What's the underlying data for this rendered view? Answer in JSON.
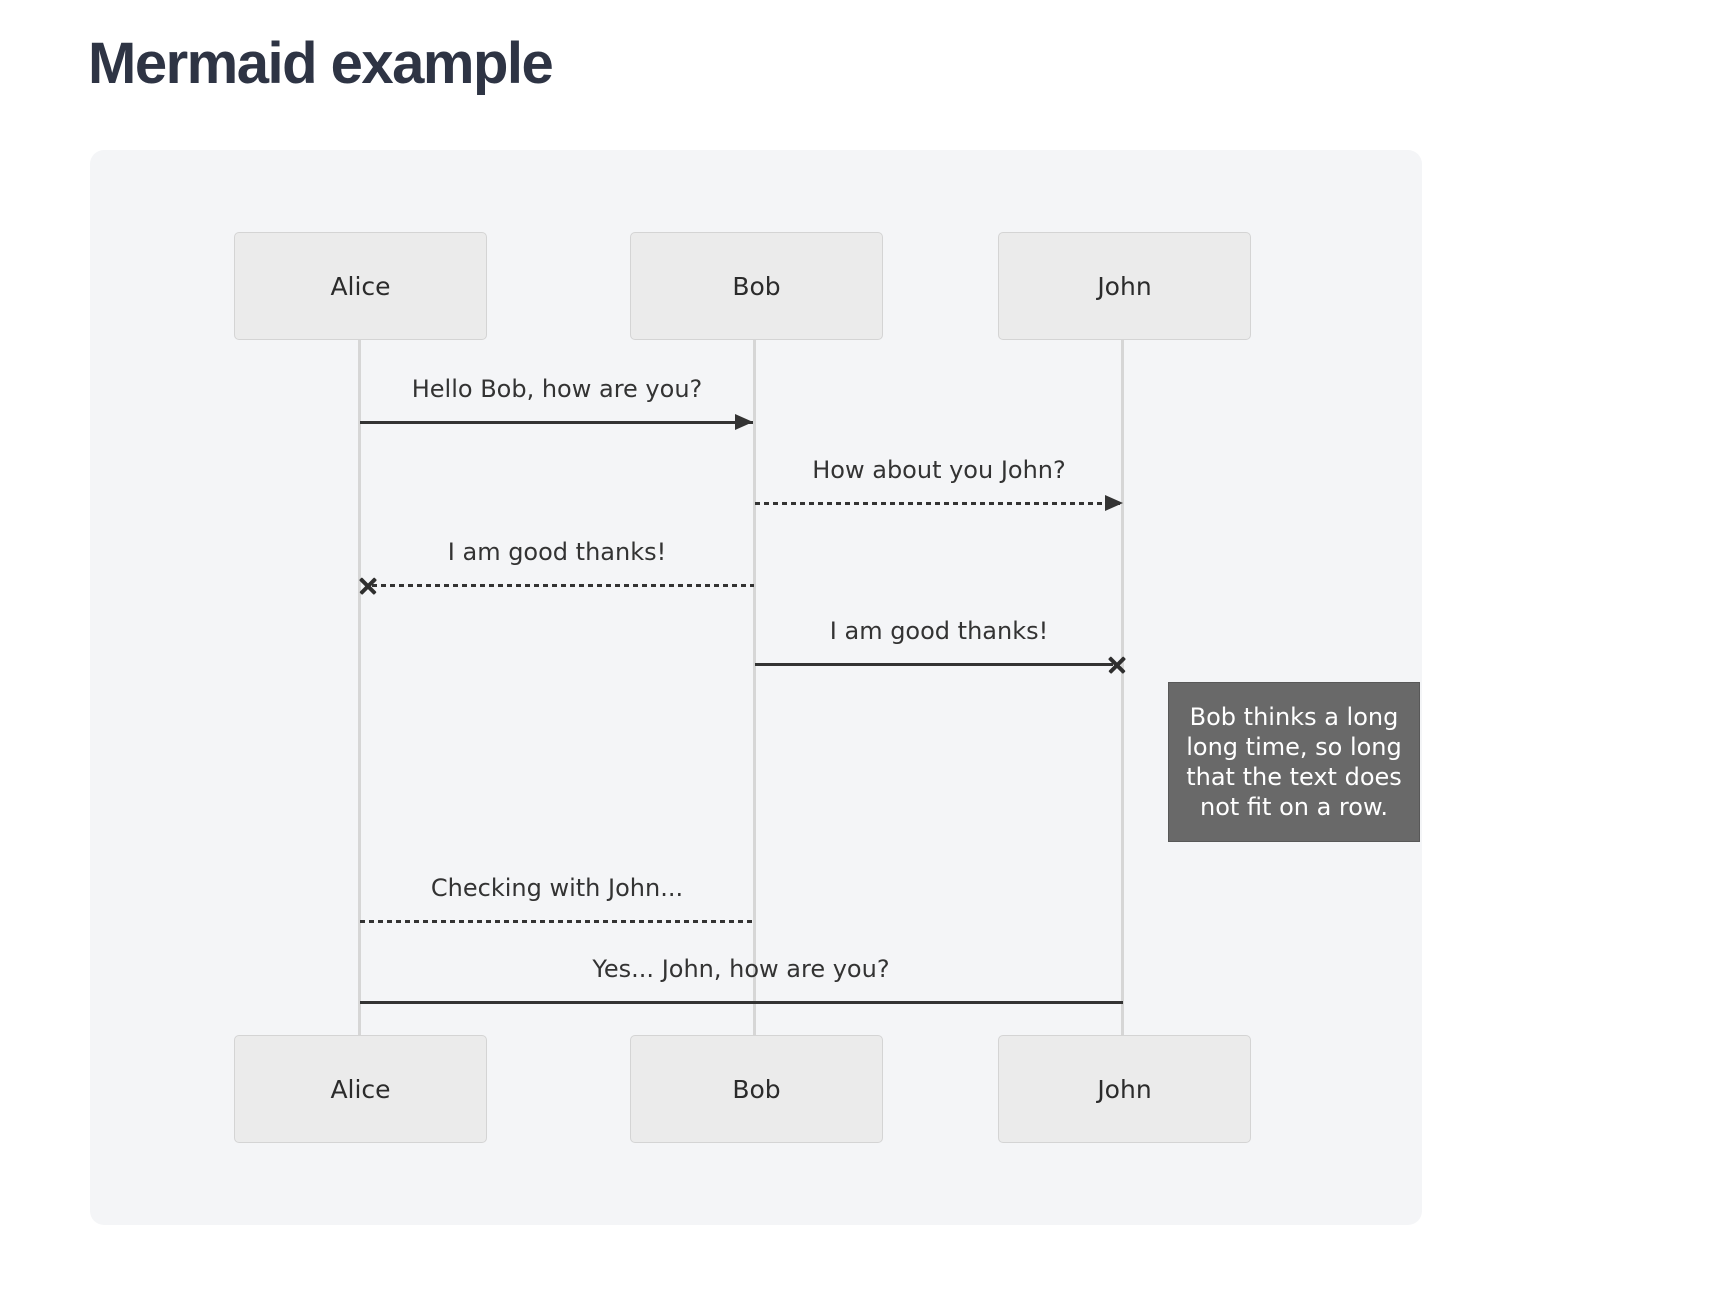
{
  "page": {
    "title": "Mermaid example"
  },
  "diagram": {
    "type": "sequence-diagram",
    "actors": [
      {
        "name": "Alice"
      },
      {
        "name": "Bob"
      },
      {
        "name": "John"
      }
    ],
    "messages": [
      {
        "from": "Alice",
        "to": "Bob",
        "text": "Hello Bob, how are you?",
        "line": "solid",
        "end": "filled-arrowhead"
      },
      {
        "from": "Bob",
        "to": "John",
        "text": "How about you John?",
        "line": "dashed",
        "end": "filled-arrowhead"
      },
      {
        "from": "Bob",
        "to": "Alice",
        "text": "I am good thanks!",
        "line": "dashed",
        "end": "cross"
      },
      {
        "from": "Bob",
        "to": "John",
        "text": "I am good thanks!",
        "line": "solid",
        "end": "cross"
      },
      {
        "from": "Bob",
        "to": "Alice",
        "text": "Checking with John...",
        "line": "dashed",
        "end": "none"
      },
      {
        "from": "Alice",
        "to": "John",
        "text": "Yes... John, how are you?",
        "line": "solid",
        "end": "none"
      }
    ],
    "note": {
      "placement": "right of John",
      "text": "Bob thinks a long long time, so long that the text does not fit on a row."
    },
    "colors": {
      "title_text": "#2e3444",
      "panel_background": "#f4f5f7",
      "actor_fill": "#ebebeb",
      "actor_border": "#d4d4d4",
      "lifeline": "#d6d6d6",
      "message_line": "#333333",
      "message_text": "#333333",
      "note_background": "#696969",
      "note_text": "#ffffff"
    }
  }
}
